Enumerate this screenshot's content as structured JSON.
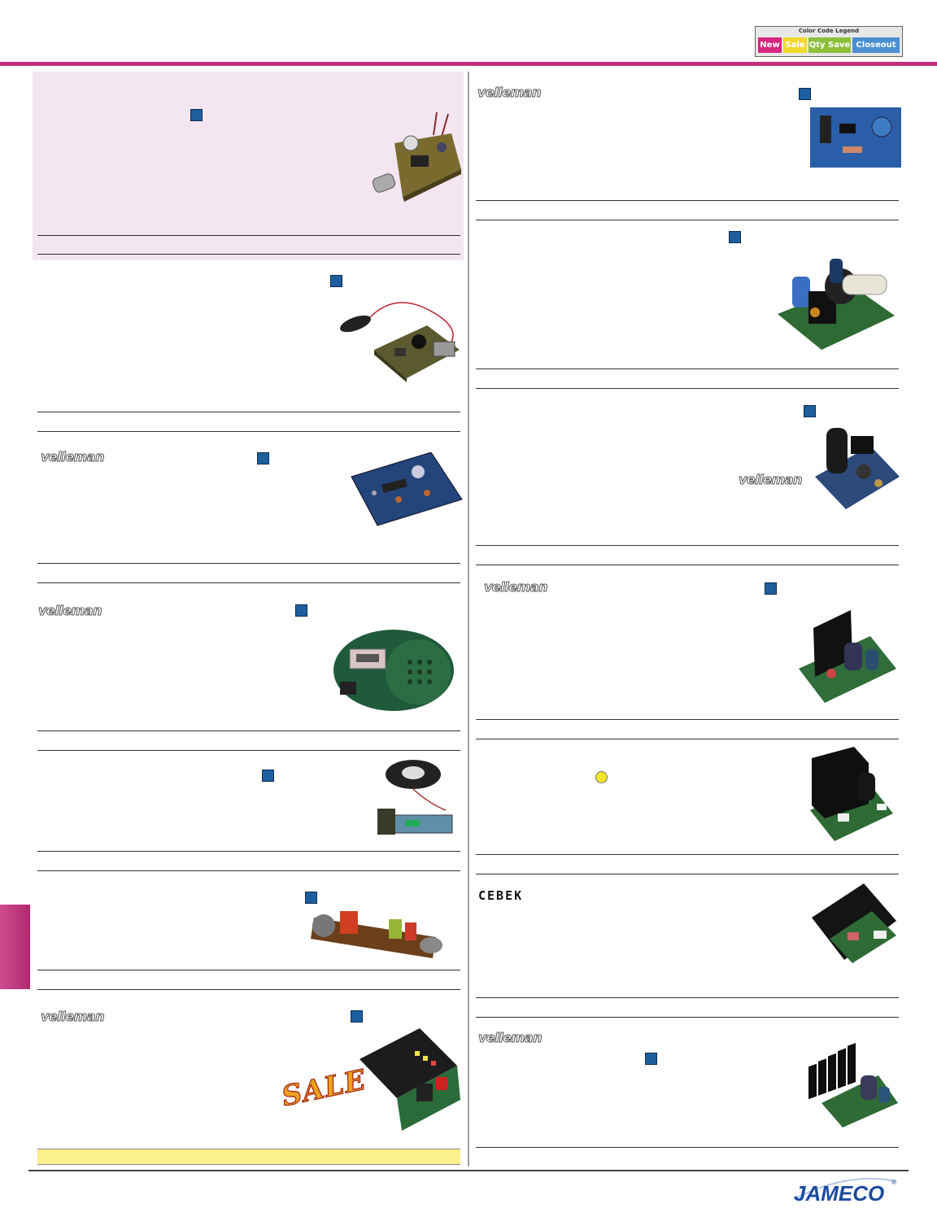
{
  "legend": {
    "title": "Color Code Legend",
    "items": [
      {
        "label": "New",
        "color": "#d6267f"
      },
      {
        "label": "Sale",
        "color": "#f2d82a"
      },
      {
        "label": "Qty Save",
        "color": "#8cbf3a"
      },
      {
        "label": "Closeout",
        "color": "#4a8fd0"
      }
    ]
  },
  "brands": {
    "velleman": "velleman",
    "cebek": "CEBEK"
  },
  "sale_badge": "SALE",
  "footer": {
    "logo": "JAMECO",
    "registered": "®"
  },
  "colors": {
    "magenta_rule": "#c0317c",
    "product_marker": "#1d5f9e",
    "pink_highlight": "#f3e6f1",
    "yellow_highlight": "#fbf08c"
  },
  "icons": [
    "product-marker-square",
    "product-marker-circle"
  ]
}
